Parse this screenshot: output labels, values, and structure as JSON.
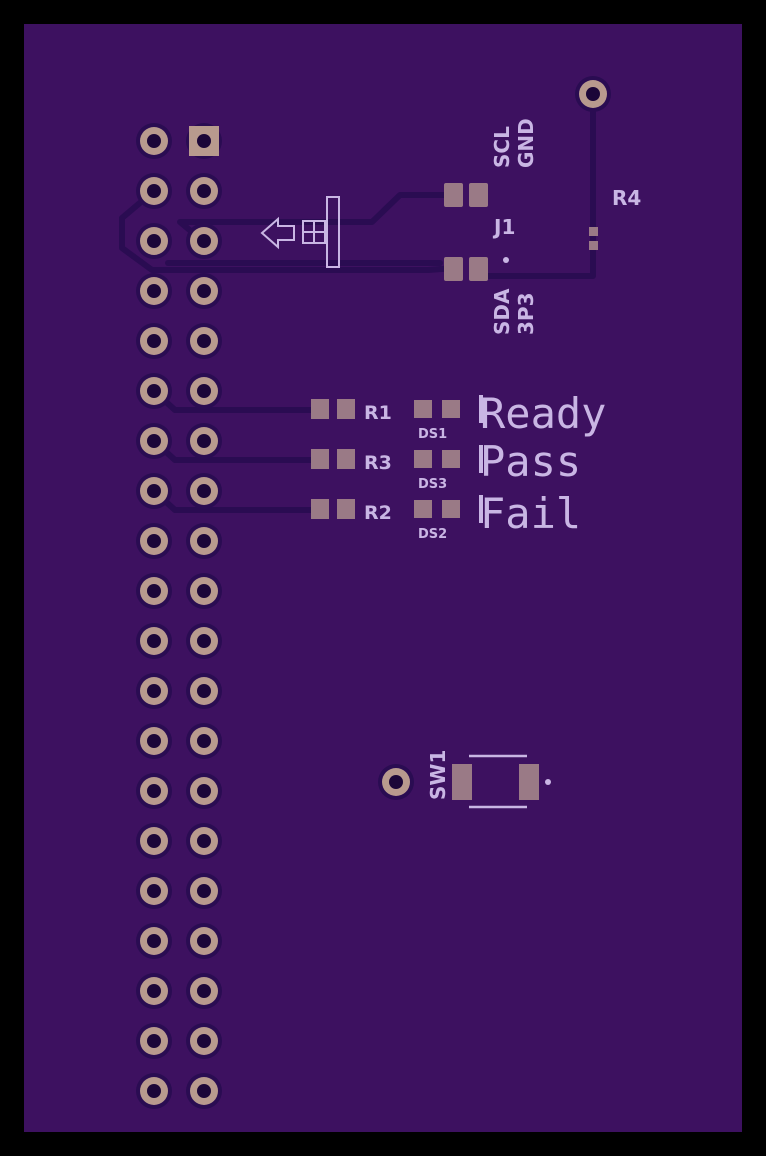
{
  "colors": {
    "background": "#000000",
    "board": "#3d1160",
    "trace": "#2a0c52",
    "silkscreen": "#c9b6e4",
    "pad": "#9a7a86"
  },
  "connector": {
    "designator": "J1",
    "pins_top": [
      "SCL",
      "GND"
    ],
    "pins_bottom": [
      "SDA",
      "3P3"
    ]
  },
  "resistor_r4": "R4",
  "leds": [
    {
      "resistor": "R1",
      "led": "DS1",
      "label": "Ready"
    },
    {
      "resistor": "R3",
      "led": "DS3",
      "label": "Pass"
    },
    {
      "resistor": "R2",
      "led": "DS2",
      "label": "Fail"
    }
  ],
  "switch": {
    "designator": "SW1"
  },
  "header": {
    "rows": 20,
    "columns": 2
  }
}
